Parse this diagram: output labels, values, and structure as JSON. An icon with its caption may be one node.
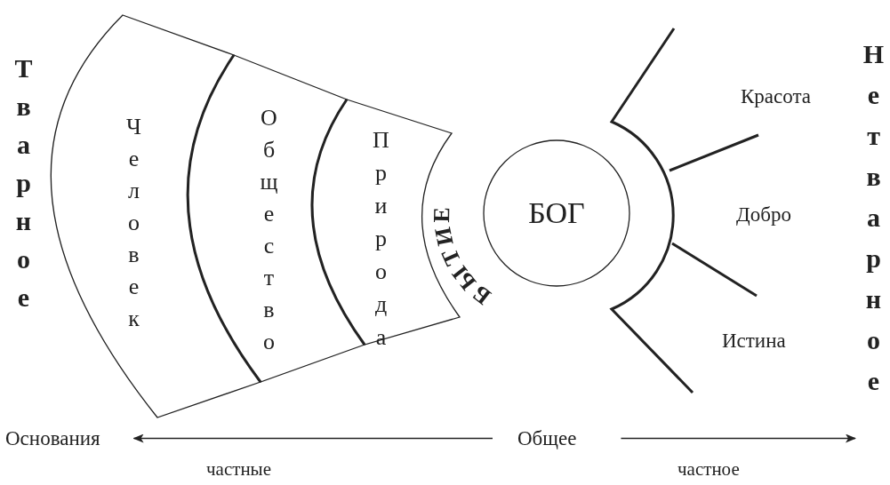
{
  "diagram": {
    "nodes": [
      {
        "text": [
          "Человек"
        ]
      },
      {
        "text": [
          "Общество"
        ]
      },
      {
        "text": [
          "Природа"
        ]
      },
      {
        "text": [
          "БОГ"
        ]
      },
      {
        "text": [
          "Основания"
        ]
      },
      {
        "text": [
          "Общее"
        ]
      }
    ],
    "edges": [
      {
        "from": 5,
        "to": 4,
        "arrow": "to",
        "label": "частные"
      },
      {
        "from": 5,
        "to": null,
        "arrow": "to",
        "label": "частное"
      }
    ],
    "labels": [
      "Тварное",
      "БЫТИЕ",
      "Красота",
      "Добро",
      "Истина",
      "Нетварное"
    ]
  }
}
